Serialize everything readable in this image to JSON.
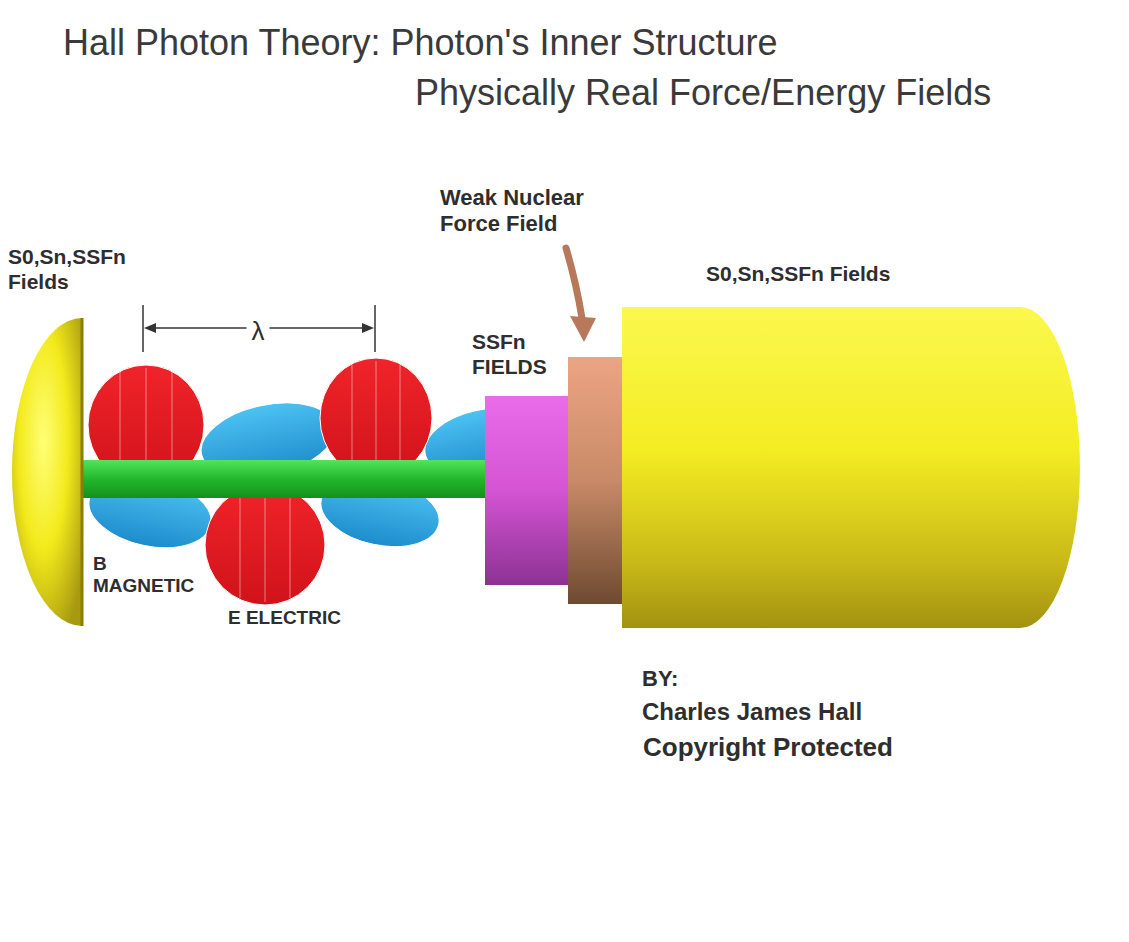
{
  "diagram": {
    "title": "Hall Photon Theory: Photon's Inner Structure Physically Real Force/Energy Fields",
    "nodes": [
      {
        "text": [
          "S0,Sn,SSFn Fields"
        ]
      },
      {
        "text": [
          "SSFn FIELDS"
        ]
      },
      {
        "text": [
          "Weak Nuclear Force Field"
        ]
      },
      {
        "text": [
          "S0,Sn,SSFn Fields"
        ]
      }
    ],
    "labels": [
      "λ",
      "B MAGNETIC",
      "E ELECTRIC",
      "BY:",
      "Charles James Hall",
      "Copyright Protected"
    ]
  }
}
